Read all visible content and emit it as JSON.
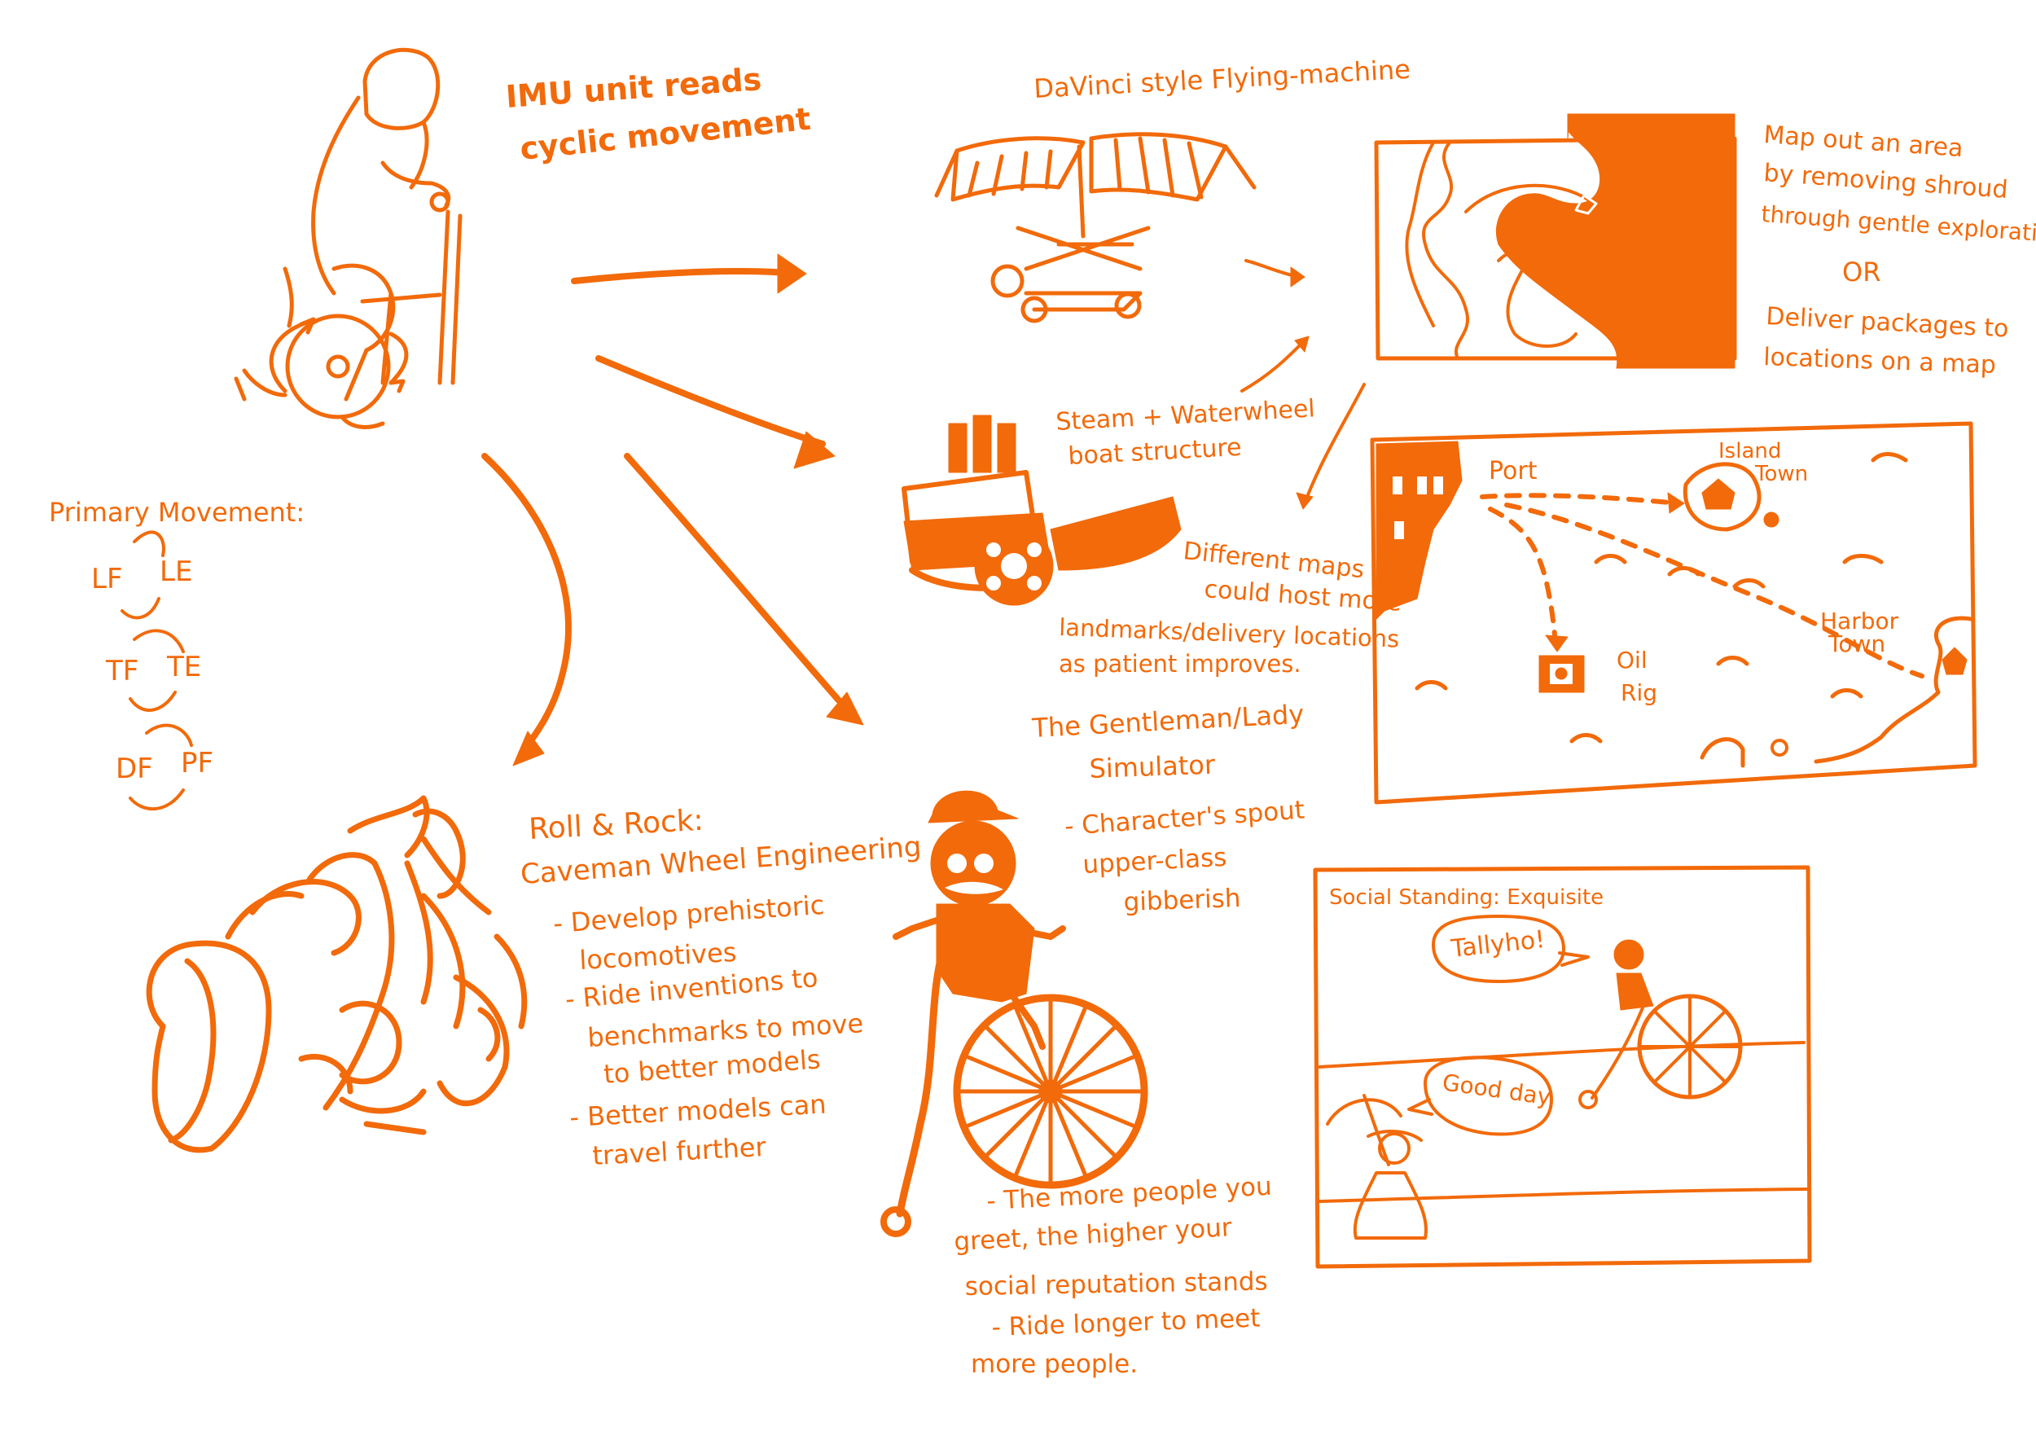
{
  "colors": {
    "ink": "#f26a0a",
    "paper": "#ffffff"
  },
  "imu_note": [
    "IMU unit reads",
    "cyclic movement"
  ],
  "primary_movement": {
    "title": "Primary Movement:",
    "pairs": [
      [
        "LF",
        "LE"
      ],
      [
        "TF",
        "TE"
      ],
      [
        "DF",
        "PF"
      ]
    ]
  },
  "flying_machine": {
    "title": "DaVinci style Flying-machine"
  },
  "map_explore": {
    "lines": [
      "Map out an area",
      "by removing shroud",
      "through gentle exploration"
    ],
    "or": "OR",
    "lines2": [
      "Deliver packages to",
      "locations on a map"
    ]
  },
  "steam_boat": {
    "lines": [
      "Steam + Waterwheel",
      "boat structure"
    ]
  },
  "different_maps": {
    "lines": [
      "Different maps",
      "could host more",
      "landmarks/delivery locations",
      "as patient improves."
    ]
  },
  "delivery_map": {
    "port": "Port",
    "island_town": [
      "Island",
      "Town"
    ],
    "harbor_town": [
      "Harbor",
      "Town"
    ],
    "oil_rig": [
      "Oil",
      "Rig"
    ]
  },
  "caveman": {
    "title": [
      "Roll & Rock:",
      "Caveman Wheel Engineering"
    ],
    "bullets": [
      "- Develop prehistoric",
      "locomotives",
      "- Ride inventions to",
      "benchmarks to move",
      "to better models",
      "- Better models can",
      "travel further"
    ]
  },
  "gentleman": {
    "title": [
      "The Gentleman/Lady",
      "Simulator"
    ],
    "bullets": [
      "- Character's spout",
      "upper-class",
      "gibberish"
    ],
    "notes": [
      "- The more people you",
      "greet, the higher your",
      "social reputation stands",
      "- Ride longer to meet",
      "more people."
    ]
  },
  "social_panel": {
    "standing": "Social Standing: Exquisite",
    "bubble1": "Tallyho!",
    "bubble2": "Good day"
  }
}
